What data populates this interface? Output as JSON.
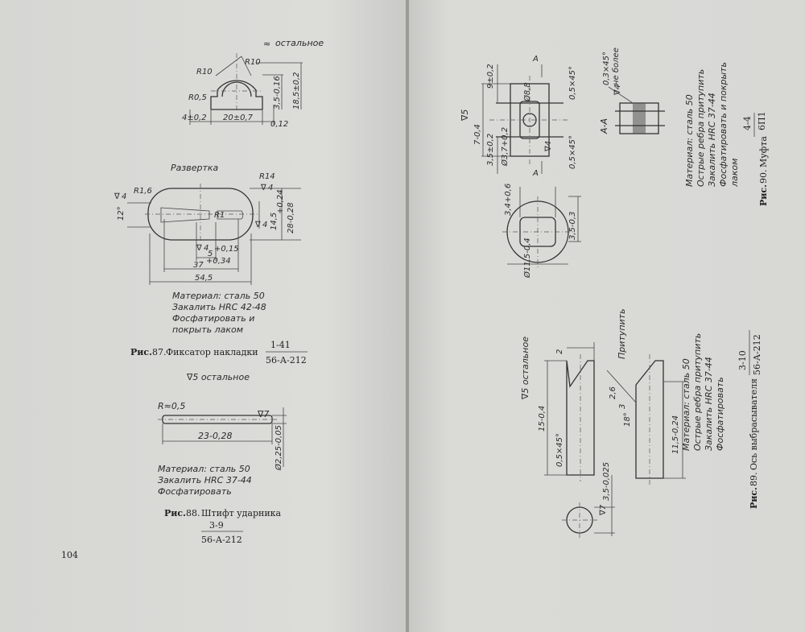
{
  "left_page": {
    "page_number": "104",
    "fig87": {
      "corner_note": "остальное",
      "dims": {
        "r10_left": "R10",
        "r10_right": "R10",
        "r05": "R0,5",
        "d4": "4±0,2",
        "d20": "20±0,7",
        "d012": "0,12",
        "d35": "3,5-0,16",
        "d185": "18,5±0,2"
      },
      "unfold_title": "Развертка",
      "unfold_dims": {
        "r14": "R14",
        "r16": "R1,6",
        "r1": "R1",
        "angle12": "12°",
        "sf4a": "4",
        "sf4b": "4",
        "sf4c": "4",
        "sf4d": "4",
        "d145": "14,5",
        "d145_tol": "+0,24",
        "d28": "28-0,28",
        "d5": "5",
        "d5_tol": "+0,15",
        "d37": "37",
        "d37_tol": "+0,34",
        "d545": "54,5"
      },
      "material": [
        "Материал: сталь 50",
        "Закалить HRC 42-48",
        "Фосфатировать и",
        "покрыть лаком"
      ],
      "caption_prefix": "Рис.",
      "caption_number": "87.",
      "caption_text": "Фиксатор накладки",
      "caption_code_top": "1-41",
      "caption_code_bottom": "56-А-212"
    },
    "fig88": {
      "surface_note": "∇5 остальное",
      "dims": {
        "r": "R≈0,5",
        "sf7": "∇7",
        "len": "23-0,28",
        "dia": "Ø2,25-0,05"
      },
      "material": [
        "Материал: сталь 50",
        "Закалить HRC 37-44",
        "Фосфатировать"
      ],
      "caption_prefix": "Рис.",
      "caption_number": "88.",
      "caption_text": "Штифт ударника",
      "caption_code_top": "3-9",
      "caption_code_bottom": "56-А-212"
    }
  },
  "right_page": {
    "fig90": {
      "section_label": "А-А",
      "section_mark": "А",
      "sf5": "∇5",
      "dims": {
        "d7": "7-0,4",
        "d9": "9±0,2",
        "d8": "Ø8,8",
        "ch1": "0,5×45°",
        "ch2": "0,5×45°",
        "d35": "3,5±0,2",
        "d37": "Ø3,7+0,2",
        "sf4": "∇4",
        "ch_note": "0,3×45°",
        "ch_note2": "не более",
        "sf4b": "∇4",
        "d34": "3,4+0,6",
        "d355": "3,5-0,3",
        "d115": "Ø11,5-0,4"
      },
      "material": [
        "Материал: сталь 50",
        "Острые ребра притупить",
        "Закалить HRC 37-44",
        "Фосфатировать и покрыть",
        "лаком"
      ],
      "caption_prefix": "Рис.",
      "caption_number": "90.",
      "caption_text": "Муфта",
      "caption_code_top": "4-4",
      "caption_code_bottom": "6П1"
    },
    "fig89": {
      "surface_note": "∇5 остальное",
      "blunt": "Притупить",
      "dims": {
        "d2": "2",
        "d15": "15-0,4",
        "ch": "0,5×45°",
        "d115": "11,5-0,24",
        "d35": "3,5-0,025",
        "sf7": "∇7",
        "a26": "2,6",
        "a3": "3",
        "a18": "18°"
      },
      "material": [
        "Материал: сталь 50",
        "Острые ребра притупить",
        "Закалить HRC 37-44",
        "Фосфатировать"
      ],
      "caption_prefix": "Рис.",
      "caption_number": "89.",
      "caption_text": "Ось выбрасывателя",
      "caption_code_top": "3-10",
      "caption_code_bottom": "56-А-212"
    }
  }
}
